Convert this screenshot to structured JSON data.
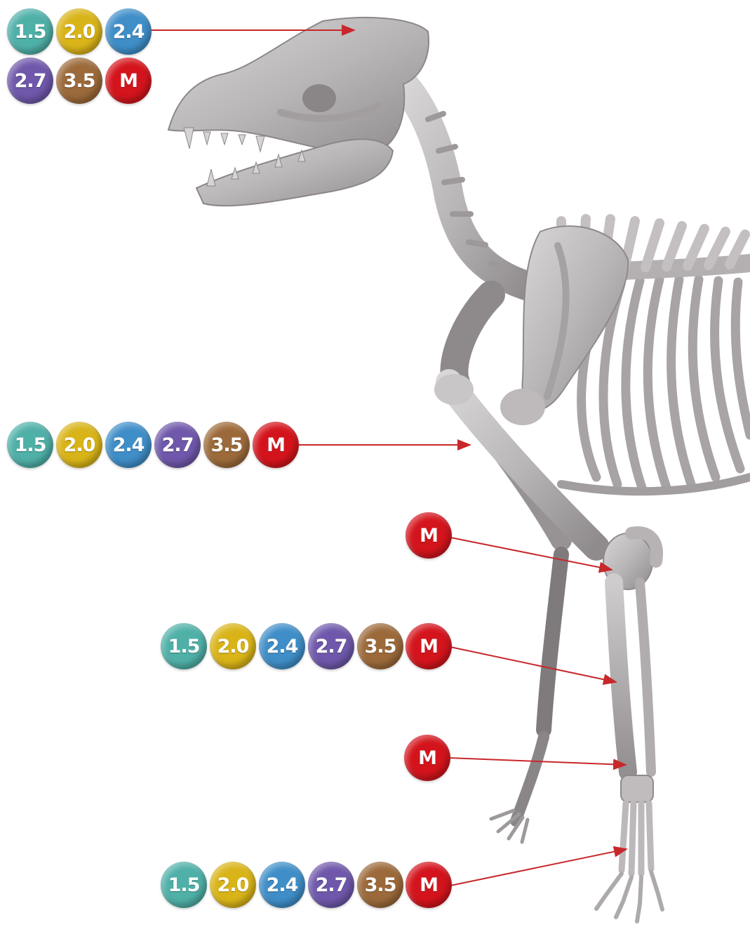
{
  "sizes": {
    "s15": {
      "label": "1.5",
      "color": "#4fb0a8"
    },
    "s20": {
      "label": "2.0",
      "color": "#d9b418"
    },
    "s24": {
      "label": "2.4",
      "color": "#3f8ec8"
    },
    "s27": {
      "label": "2.7",
      "color": "#6f58ab"
    },
    "s35": {
      "label": "3.5",
      "color": "#9c6a3a"
    },
    "sM": {
      "label": "M",
      "color": "#d4141c"
    }
  },
  "leader_color": "#c8282b",
  "groups": [
    {
      "id": "skull",
      "sizes": [
        "s15",
        "s20",
        "s24",
        "s27",
        "s35",
        "sM"
      ]
    },
    {
      "id": "humerus",
      "sizes": [
        "s15",
        "s20",
        "s24",
        "s27",
        "s35",
        "sM"
      ]
    },
    {
      "id": "elbow",
      "sizes": [
        "sM"
      ]
    },
    {
      "id": "radius-ulna",
      "sizes": [
        "s15",
        "s20",
        "s24",
        "s27",
        "s35",
        "sM"
      ]
    },
    {
      "id": "carpus",
      "sizes": [
        "sM"
      ]
    },
    {
      "id": "metacarpus",
      "sizes": [
        "s15",
        "s20",
        "s24",
        "s27",
        "s35",
        "sM"
      ]
    }
  ]
}
